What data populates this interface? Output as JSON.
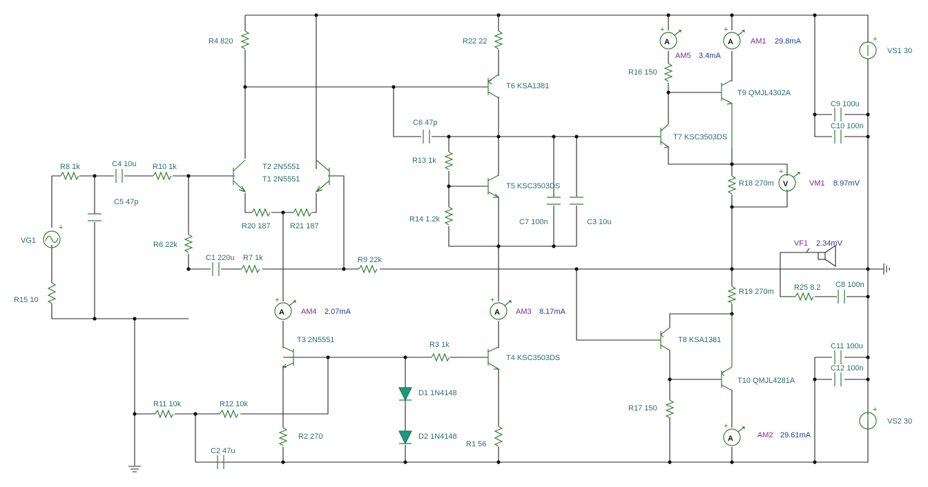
{
  "colors": {
    "wire": "#222222",
    "component": "#2f7d2f",
    "label": "#2a6f6a",
    "meter_name": "#7a2a8a",
    "meter_value": "#1a3aa0",
    "diode_fill": "#1a9a7a"
  },
  "labels": {
    "r4": "R4 820",
    "r22": "R22 22",
    "r16": "R16 150",
    "r8": "R8 1k",
    "r10": "R10 1k",
    "r6": "R6 22k",
    "r15": "R15 10",
    "r20": "R20 187",
    "r21": "R21 187",
    "r7": "R7 1k",
    "r9": "R9 22k",
    "r13": "R13 1k",
    "r14": "R14 1.2k",
    "r18": "R18 270m",
    "r19": "R19 270m",
    "r25": "R25 8.2",
    "r3": "R3 1k",
    "r11": "R11 10k",
    "r12": "R12 10k",
    "r2": "R2 270",
    "r1": "R1 56",
    "r17": "R17 150",
    "c4": "C4 10u",
    "c5": "C5 47p",
    "c1": "C1 220u",
    "c6": "C6 47p",
    "c7": "C7 100n",
    "c3": "C3 10u",
    "c9": "C9 100u",
    "c10": "C10 100n",
    "c8": "C8 100n",
    "c11": "C11 100u",
    "c12": "C12 100n",
    "c2": "C2 47u",
    "t2": "T2 2N5551",
    "t1": "T1 2N5551",
    "t3": "T3 2N5551",
    "t6": "T6 KSA1381",
    "t5": "T5 KSC3503DS",
    "t7": "T7 KSC3503DS",
    "t9": "T9 QMJL4302A",
    "t4": "T4 KSC3503DS",
    "t8": "T8 KSA1381",
    "t10": "T10 QMJL4281A",
    "d1": "D1 1N4148",
    "d2": "D2 1N4148",
    "vg1": "VG1",
    "vs1": "VS1 30",
    "vs2": "VS2 30",
    "vf1": "VF1"
  },
  "meters": {
    "am1": {
      "name": "AM1",
      "value": "29.8mA",
      "symbol": "A"
    },
    "am2": {
      "name": "AM2",
      "value": "29.61mA",
      "symbol": "A"
    },
    "am3": {
      "name": "AM3",
      "value": "8.17mA",
      "symbol": "A"
    },
    "am4": {
      "name": "AM4",
      "value": "2.07mA",
      "symbol": "A"
    },
    "am5": {
      "name": "AM5",
      "value": "3.4mA",
      "symbol": "A"
    },
    "vm1": {
      "name": "VM1",
      "value": "8.97mV",
      "symbol": "V"
    },
    "vf1": {
      "value": "2.34mV"
    }
  },
  "icons": {
    "ammeter": "ammeter-icon",
    "voltmeter": "voltmeter-icon",
    "speaker": "speaker-icon",
    "ground": "ground-icon",
    "source": "voltage-source-icon"
  }
}
